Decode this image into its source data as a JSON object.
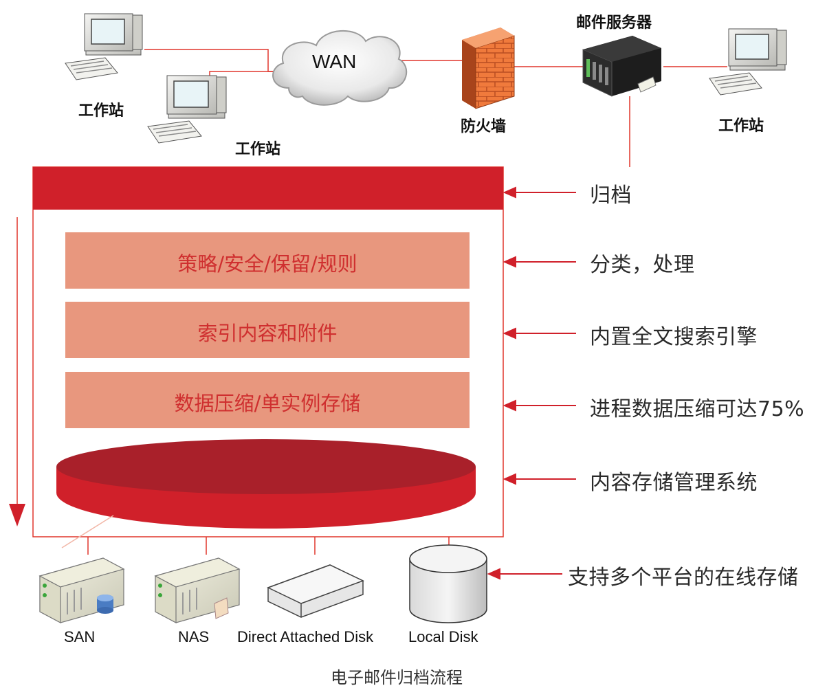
{
  "nodes": {
    "workstation_1": "工作站",
    "workstation_2": "工作站",
    "workstation_3": "工作站",
    "wan": "WAN",
    "firewall": "防火墙",
    "mail_server": "邮件服务器"
  },
  "layers": [
    {
      "label": "策略/安全/保留/规则"
    },
    {
      "label": "索引内容和附件"
    },
    {
      "label": "数据压缩/单实例存储"
    }
  ],
  "annotations": [
    "归档",
    "分类，处理",
    "内置全文搜索引擎",
    "进程数据压缩可达75%",
    "内容存储管理系统",
    "支持多个平台的在线存储"
  ],
  "storage": [
    "SAN",
    "NAS",
    "Direct Attached Disk",
    "Local Disk"
  ],
  "caption": "电子邮件归档流程",
  "colors": {
    "accent_red": "#d0202a",
    "layer_fill": "#e8977e",
    "layer_text": "#cf2f2f",
    "line_red": "#e0352b"
  }
}
